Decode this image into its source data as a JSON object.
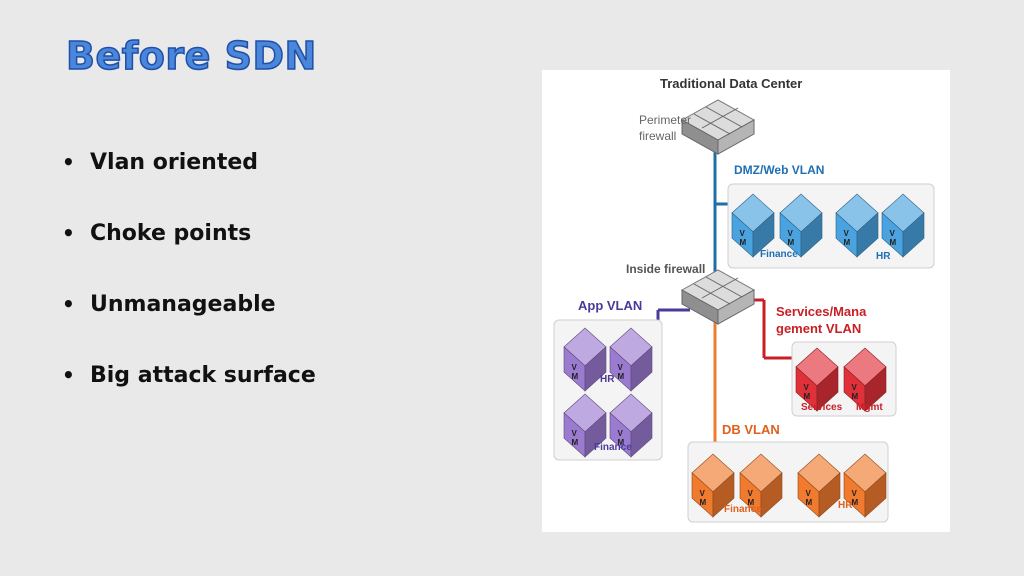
{
  "slide": {
    "title": "Before SDN",
    "bullets": [
      "Vlan oriented",
      "Choke points",
      "Unmanageable",
      "Big attack surface"
    ]
  },
  "diagram": {
    "title": "Traditional Data Center",
    "perimeter_firewall": [
      "Perimeter",
      "firewall"
    ],
    "inside_firewall": "Inside firewall",
    "dmz": {
      "label": "DMZ/Web VLAN",
      "groups": [
        "Finance",
        "HR"
      ],
      "color": "#4aa3df"
    },
    "app": {
      "label": "App VLAN",
      "groups": [
        "HR",
        "Finance"
      ],
      "color": "#9b7bd0"
    },
    "services": {
      "label": [
        "Services/Mana",
        "gement VLAN"
      ],
      "groups": [
        "Services",
        "Mgmt"
      ],
      "color": "#e0313a"
    },
    "db": {
      "label": "DB VLAN",
      "groups": [
        "Finance",
        "HR"
      ],
      "color": "#f07a2e"
    },
    "vm_letters": [
      "V",
      "M"
    ]
  }
}
